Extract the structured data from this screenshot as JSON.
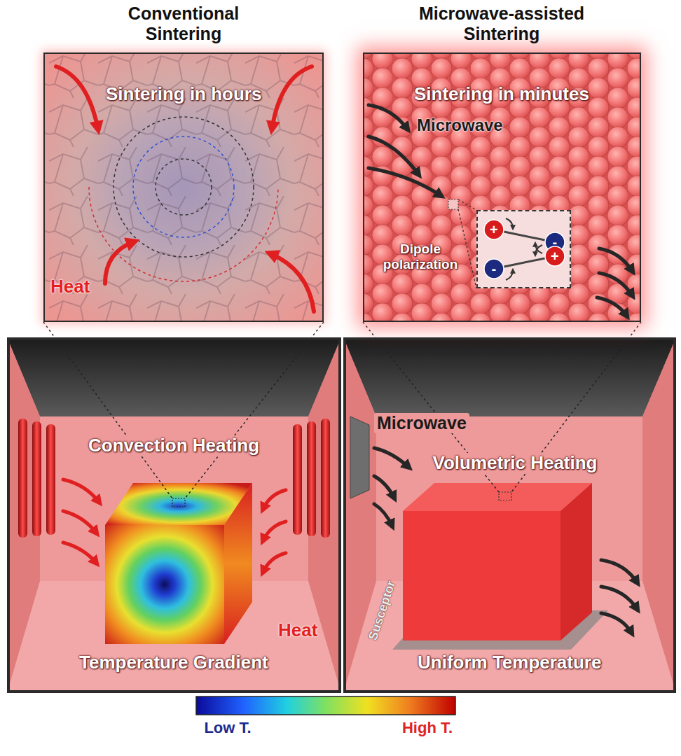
{
  "diagram": {
    "nodes": [
      {
        "text": [
          "Conventional Sintering",
          "Sintering in hours",
          "Heat"
        ]
      },
      {
        "text": [
          "Microwave-assisted Sintering",
          "Sintering in minutes",
          "Microwave",
          "Dipole polarization"
        ]
      },
      {
        "text": [
          "+",
          "-",
          "-",
          "+"
        ],
        "in": 1
      },
      {
        "text": [
          "Convection Heating",
          "Heat",
          "Temperature Gradient"
        ]
      },
      {
        "text": [
          "Microwave",
          "Volumetric Heating",
          "Susceptor",
          "Uniform Temperature"
        ]
      }
    ],
    "labels": [
      "Low T.",
      "High T."
    ]
  }
}
